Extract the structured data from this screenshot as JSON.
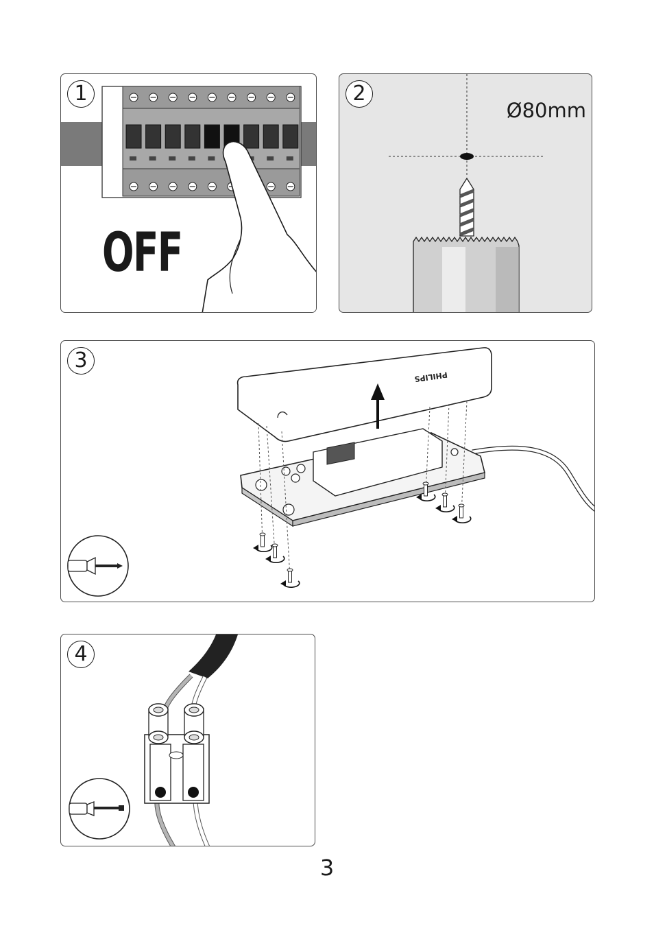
{
  "steps": [
    {
      "number": "1",
      "caption": "OFF"
    },
    {
      "number": "2",
      "dimension": "Ø80mm"
    },
    {
      "number": "3",
      "brand_mark": "PHILIPS"
    },
    {
      "number": "4"
    }
  ],
  "page_number": "3"
}
